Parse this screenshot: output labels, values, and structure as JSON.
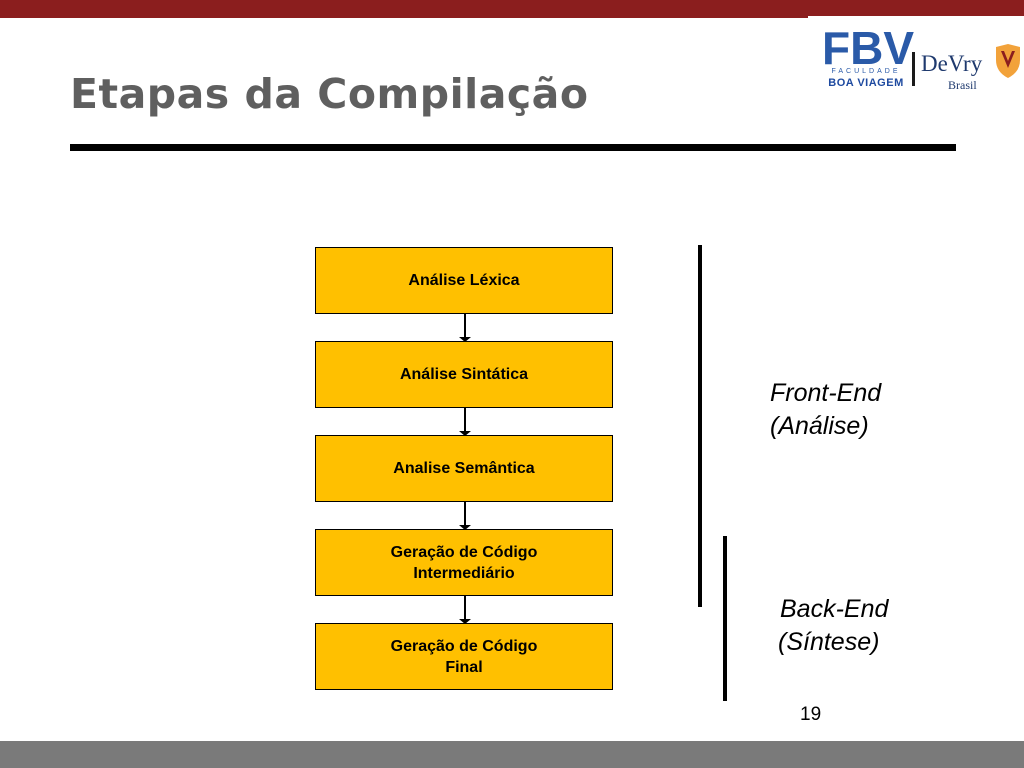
{
  "slide": {
    "title": "Etapas da Compilação",
    "page_number": "19"
  },
  "logo": {
    "primary_mark": "FBV",
    "primary_subtitle": "FACULDADE",
    "primary_subtitle2": "BOA VIAGEM",
    "partner_name": "DeVry",
    "partner_subtitle": "Brasil"
  },
  "diagram": {
    "stages": [
      {
        "label": "Análise Léxica"
      },
      {
        "label": "Análise Sintática"
      },
      {
        "label": "Analise Semântica"
      },
      {
        "label": "Geração de Código\nIntermediário"
      },
      {
        "label": "Geração de Código\nFinal"
      }
    ],
    "groups": [
      {
        "label_line1": "Front-End",
        "label_line2": "(Análise)"
      },
      {
        "label_line1": "Back-End",
        "label_line2": "(Síntese)"
      }
    ]
  },
  "colors": {
    "top_bar": "#8b1e1e",
    "bottom_bar": "#7a7a7a",
    "stage_fill": "#ffc000",
    "title_text": "#5f5f5f"
  }
}
